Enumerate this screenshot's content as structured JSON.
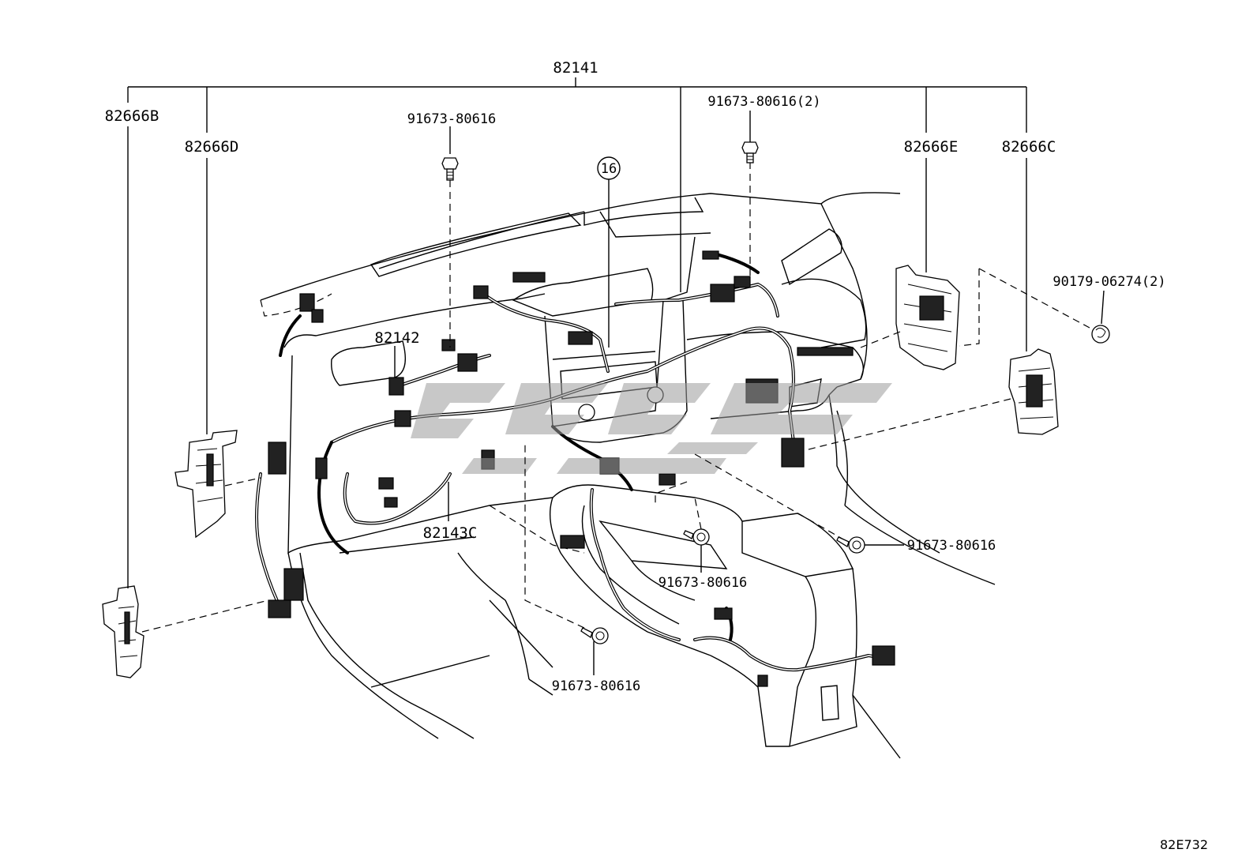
{
  "labels": {
    "harness_main": "82141",
    "bracket_b": "82666B",
    "bracket_d": "82666D",
    "bracket_e": "82666E",
    "bracket_c": "82666C",
    "harness_82142": "82142",
    "harness_82143c": "82143C",
    "bolt_top_left": "91673-80616",
    "bolt_top_right": "91673-80616(2)",
    "bolt_center": "91673-80616",
    "bolt_right": "91673-80616",
    "bolt_bottom": "91673-80616",
    "nut": "90179-06274(2)",
    "ref_circle": "16"
  },
  "diagram_code": "82E732",
  "icons": {
    "bolt": "bolt-icon",
    "nut": "nut-icon",
    "watermark": "watermark-logo"
  }
}
